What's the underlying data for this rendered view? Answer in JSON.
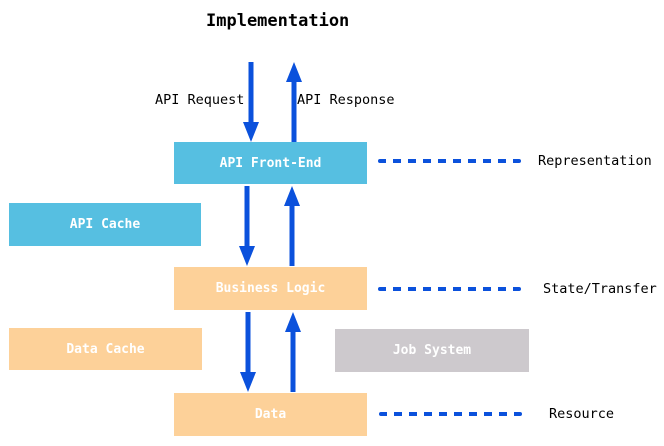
{
  "title": "Implementation",
  "flow": {
    "request_label": "API Request",
    "response_label": "API Response"
  },
  "boxes": {
    "api_front_end": {
      "label": "API Front-End",
      "color": "#56BFE1"
    },
    "api_cache": {
      "label": "API Cache",
      "color": "#56BFE1"
    },
    "business_logic": {
      "label": "Business Logic",
      "color": "#FDD199"
    },
    "data_cache": {
      "label": "Data Cache",
      "color": "#FDD199"
    },
    "job_system": {
      "label": "Job System",
      "color": "#CDC9CD"
    },
    "data": {
      "label": "Data",
      "color": "#FDD199"
    }
  },
  "layer_labels": {
    "representation": "Representation",
    "state_transfer": "State/Transfer",
    "resource": "Resource"
  },
  "colors": {
    "background": "#FFFFFF",
    "arrow_blue": "#0B51DC",
    "box_blue": "#56BFE1",
    "box_orange": "#FDD199",
    "box_gray": "#CDC9CD",
    "box_text": "#FFFFFF",
    "label_text": "#000000"
  }
}
